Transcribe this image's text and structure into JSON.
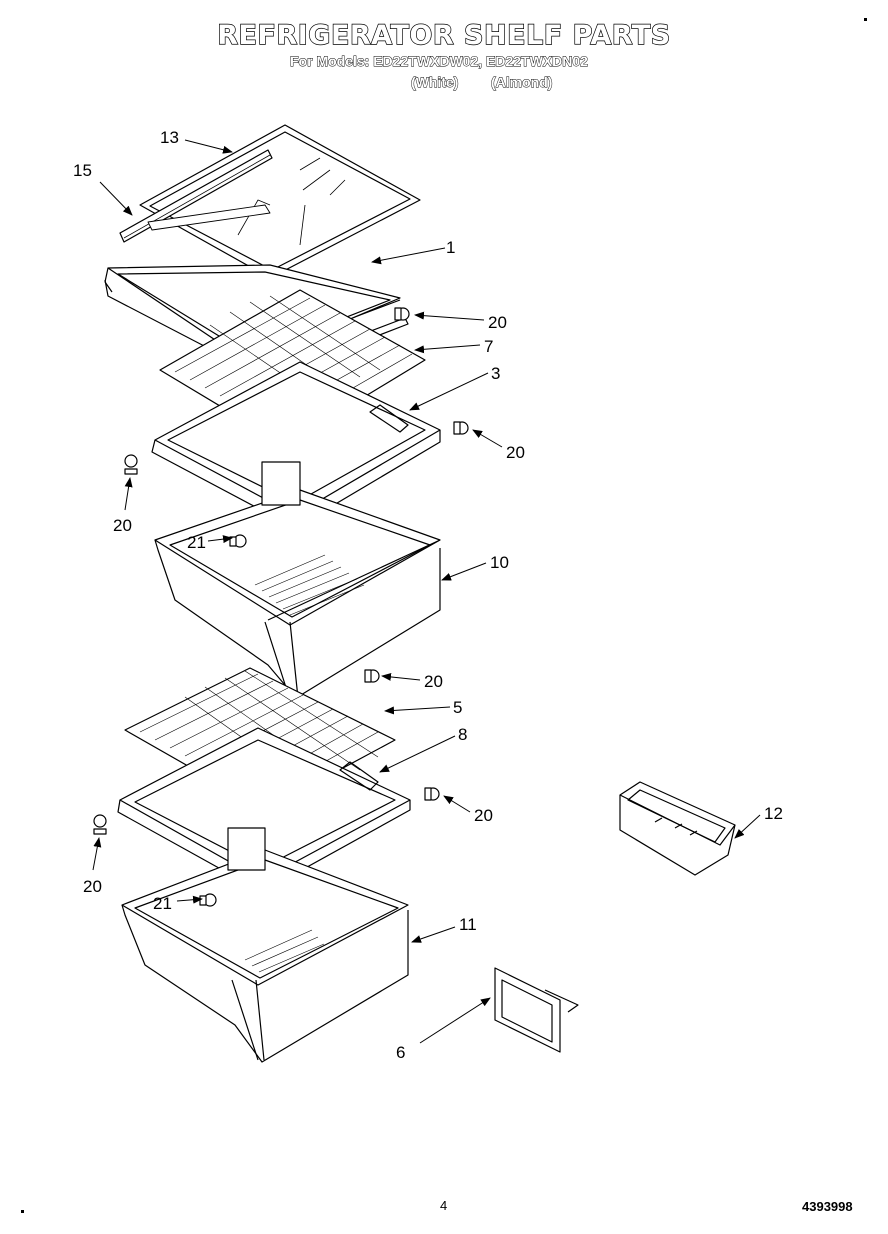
{
  "header": {
    "title": "REFRIGERATOR SHELF PARTS",
    "models_line": "For Models: ED22TWXDW02, ED22TWXDN02",
    "variant_white": "(White)",
    "variant_almond": "(Almond)"
  },
  "callouts": {
    "c13": "13",
    "c15": "15",
    "c1": "1",
    "c20a": "20",
    "c7": "7",
    "c3": "3",
    "c20b": "20",
    "c20c": "20",
    "c21a": "21",
    "c10": "10",
    "c20d": "20",
    "c5": "5",
    "c8": "8",
    "c20e": "20",
    "c20f": "20",
    "c21b": "21",
    "c11": "11",
    "c12": "12",
    "c6": "6"
  },
  "footer": {
    "page_number": "4",
    "doc_number": "4393998"
  }
}
